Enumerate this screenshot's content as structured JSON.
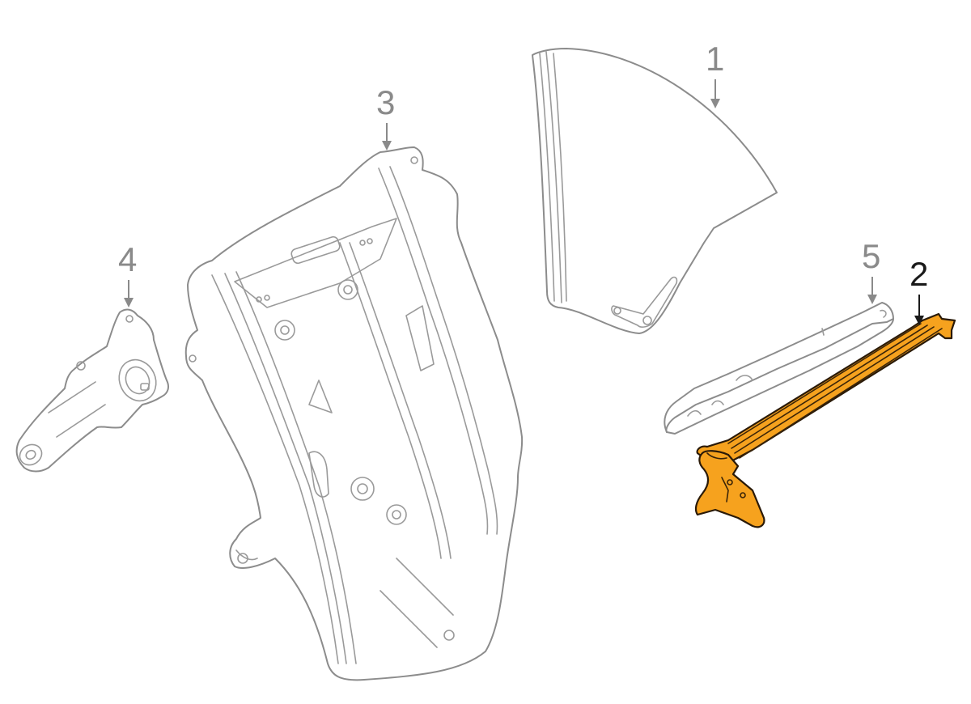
{
  "diagram": {
    "type": "exploded parts diagram",
    "highlight_color": "#f6a21e",
    "outline_color": "#8c8c8c",
    "parts": [
      {
        "callout": "1",
        "name": "door-glass",
        "highlighted": false
      },
      {
        "callout": "2",
        "name": "glass-guide-channel",
        "highlighted": true
      },
      {
        "callout": "3",
        "name": "window-regulator-carrier-panel",
        "highlighted": false
      },
      {
        "callout": "4",
        "name": "window-motor",
        "highlighted": false
      },
      {
        "callout": "5",
        "name": "glass-guide-rail",
        "highlighted": false
      }
    ]
  }
}
